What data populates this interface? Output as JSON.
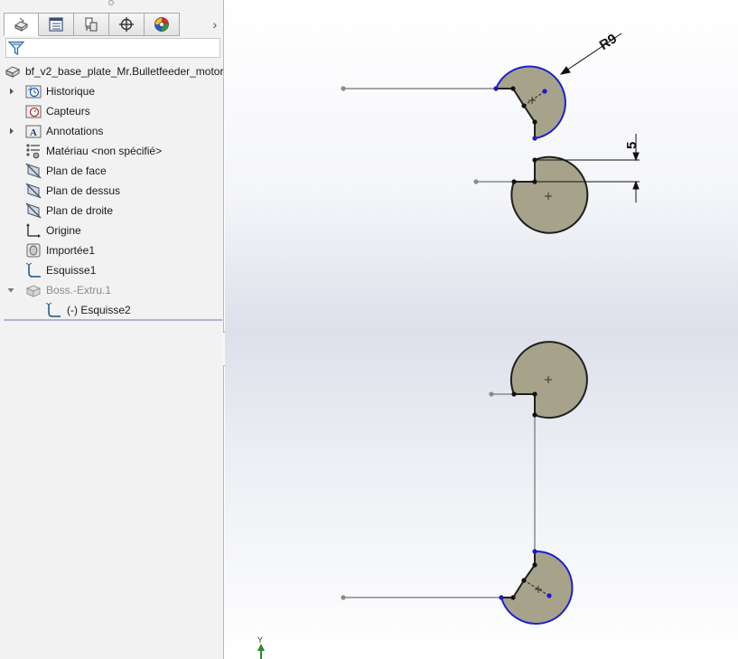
{
  "panel": {
    "tabs": [
      {
        "name": "featuremanager-tab",
        "icon": "featuremanager-icon"
      },
      {
        "name": "propertymanager-tab",
        "icon": "propertymanager-icon"
      },
      {
        "name": "configurationmanager-tab",
        "icon": "configurationmanager-icon"
      },
      {
        "name": "dimxpertmanager-tab",
        "icon": "dimxpert-icon"
      },
      {
        "name": "displaymanager-tab",
        "icon": "displaymanager-icon"
      }
    ],
    "more_tabs_glyph": "›",
    "filter": {
      "icon": "filter-icon",
      "value": ""
    },
    "tree": {
      "root": "bf_v2_base_plate_Mr.Bulletfeeder_motor",
      "items": [
        {
          "label": "Historique",
          "icon": "history-folder-icon",
          "expand": "collapsed"
        },
        {
          "label": "Capteurs",
          "icon": "sensors-folder-icon",
          "expand": "none"
        },
        {
          "label": "Annotations",
          "icon": "annotations-folder-icon",
          "expand": "collapsed"
        },
        {
          "label": "Matériau <non spécifié>",
          "icon": "material-icon",
          "expand": "none"
        },
        {
          "label": "Plan de face",
          "icon": "plane-icon",
          "expand": "none"
        },
        {
          "label": "Plan de dessus",
          "icon": "plane-icon",
          "expand": "none"
        },
        {
          "label": "Plan de droite",
          "icon": "plane-icon",
          "expand": "none"
        },
        {
          "label": "Origine",
          "icon": "origin-icon",
          "expand": "none"
        },
        {
          "label": "Importée1",
          "icon": "imported-body-icon",
          "expand": "none"
        },
        {
          "label": "Esquisse1",
          "icon": "sketch-icon",
          "expand": "none"
        },
        {
          "label": "Boss.-Extru.1",
          "icon": "boss-extrude-icon",
          "expand": "expanded",
          "dim": true
        },
        {
          "label": "(-) Esquisse2",
          "icon": "sketch-icon",
          "expand": "none",
          "child": true
        }
      ]
    }
  },
  "viewport": {
    "dimensions": {
      "radius_label": "R9",
      "linear_label": "5"
    },
    "axis_label": "Y",
    "colors": {
      "profile_fill": "#a6a38a",
      "sketch_line": "#1f1f1f",
      "selected_edge": "#1f1fcc",
      "construction": "#8a8a8a",
      "point": "#111111",
      "selected_point": "#1a1ad0"
    }
  }
}
